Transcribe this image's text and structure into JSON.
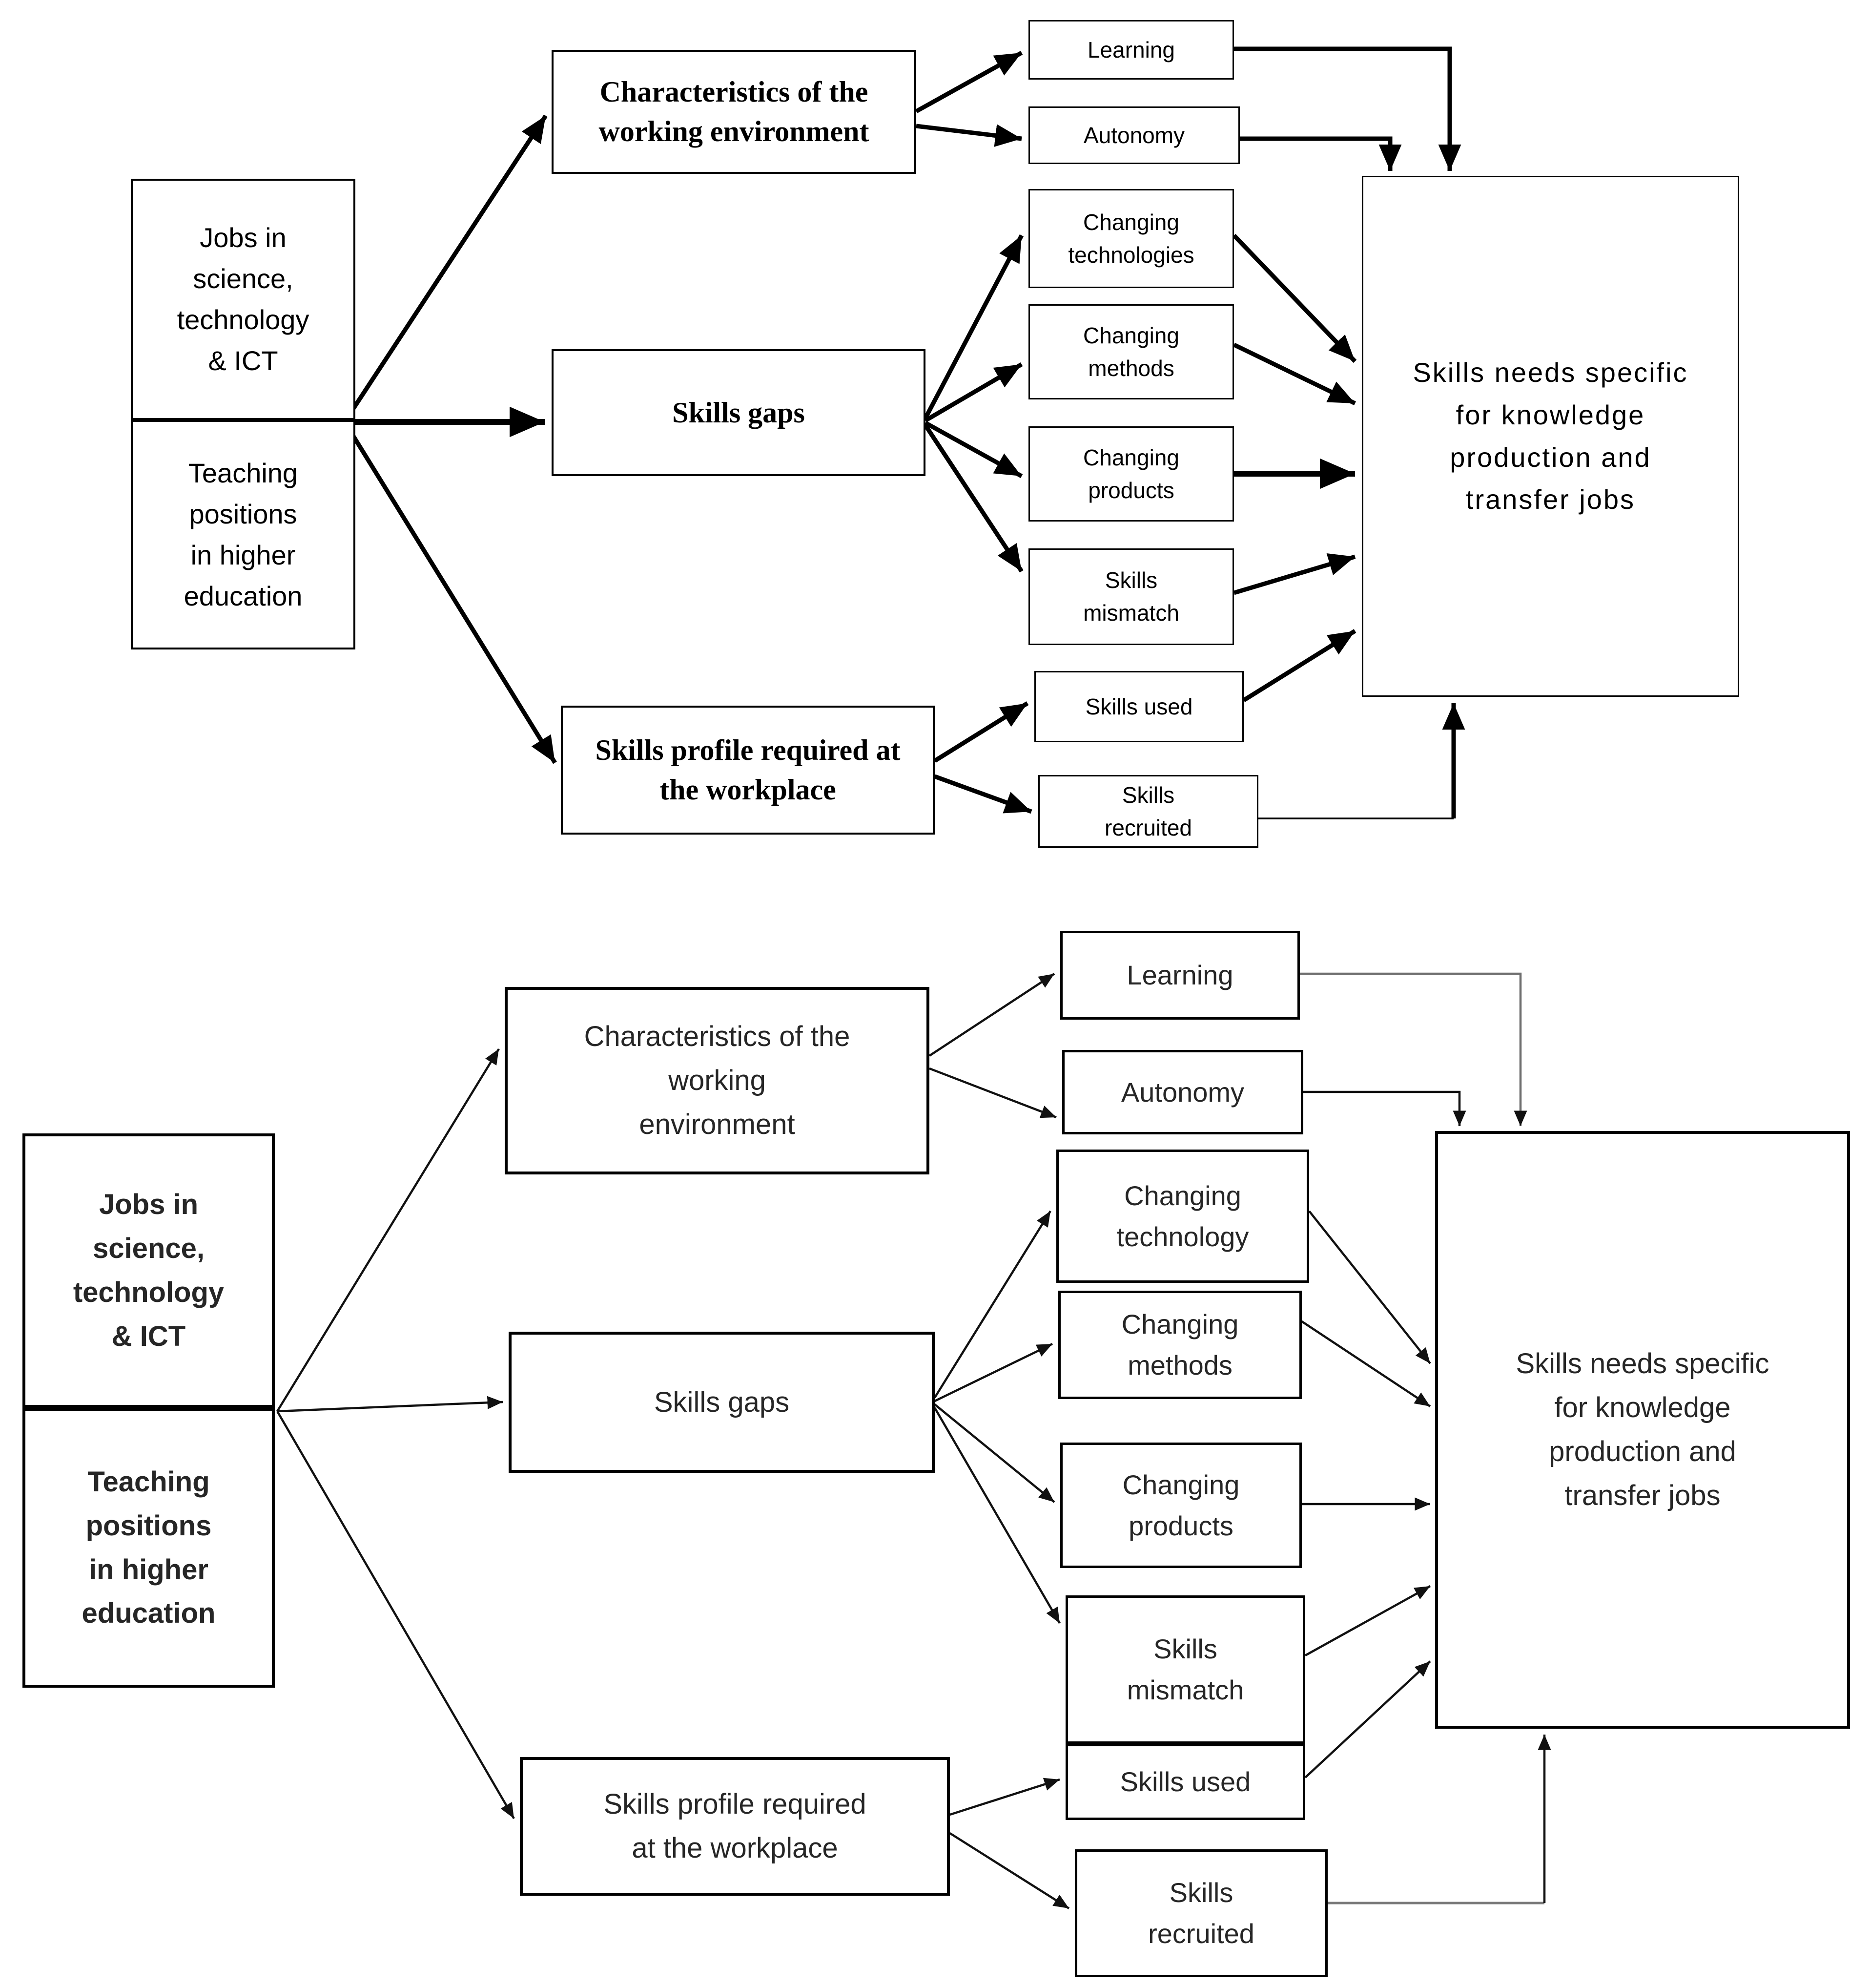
{
  "colors": {
    "ink": "#000000",
    "ink_soft": "#262626",
    "gray_line": "#7a7a7a",
    "background": "#ffffff"
  },
  "diagram_top": {
    "title": "skills-needs-flowchart-version-1",
    "nodes": {
      "jobs": "Jobs in\nscience,\ntechnology\n& ICT",
      "teaching": "Teaching\npositions\nin higher\neducation",
      "characteristics": "Characteristics of the\nworking environment",
      "skills_gaps": "Skills gaps",
      "skills_profile": "Skills profile required at\nthe workplace",
      "learning": "Learning",
      "autonomy": "Autonomy",
      "changing_technologies": "Changing\ntechnologies",
      "changing_methods": "Changing\nmethods",
      "changing_products": "Changing\nproducts",
      "skills_mismatch": "Skills\nmismatch",
      "skills_used": "Skills used",
      "skills_recruited": "Skills\nrecruited",
      "skills_needs": "Skills needs specific\nfor knowledge\nproduction and\ntransfer jobs"
    }
  },
  "diagram_bottom": {
    "title": "skills-needs-flowchart-version-2",
    "nodes": {
      "jobs": "Jobs in\nscience,\ntechnology\n& ICT",
      "teaching": "Teaching\npositions\nin higher\neducation",
      "characteristics": "Characteristics of the\nworking\nenvironment",
      "skills_gaps": "Skills gaps",
      "skills_profile": "Skills profile required\nat the workplace",
      "learning": "Learning",
      "autonomy": "Autonomy",
      "changing_technology": "Changing\ntechnology",
      "changing_methods": "Changing\nmethods",
      "changing_products": "Changing\nproducts",
      "skills_mismatch": "Skills\nmismatch",
      "skills_used": "Skills used",
      "skills_recruited": "Skills\nrecruited",
      "skills_needs": "Skills needs specific\nfor knowledge\nproduction and\ntransfer jobs"
    }
  }
}
